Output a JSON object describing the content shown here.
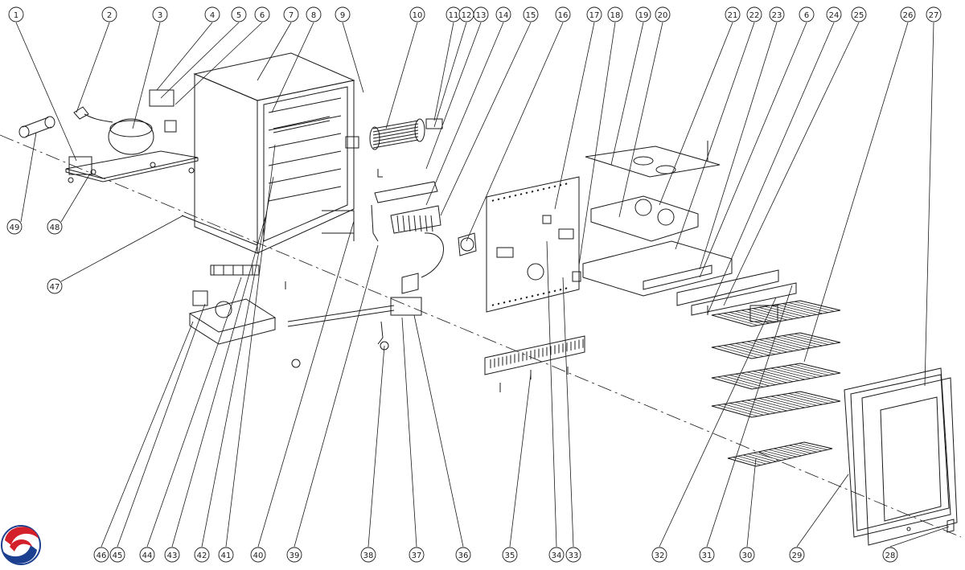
{
  "diagram": {
    "colors": {
      "line": "#1a1a1a",
      "paper": "#ffffff",
      "logo_red": "#d4202a",
      "logo_blue": "#1d3f8f"
    },
    "callouts_top": [
      "1",
      "2",
      "3",
      "4",
      "5",
      "6",
      "7",
      "8",
      "9",
      "10",
      "11",
      "12",
      "13",
      "14",
      "15",
      "16",
      "17",
      "18",
      "19",
      "20",
      "21",
      "22",
      "23",
      "6",
      "24",
      "25",
      "26",
      "27"
    ],
    "callouts_bottom": [
      "46",
      "45",
      "44",
      "43",
      "42",
      "41",
      "40",
      "39",
      "38",
      "37",
      "36",
      "35",
      "34",
      "33",
      "32",
      "31",
      "30",
      "29",
      "28"
    ],
    "callouts_left": [
      "49",
      "48",
      "47"
    ],
    "logo": {
      "icon": "swirl-logo-icon"
    }
  }
}
